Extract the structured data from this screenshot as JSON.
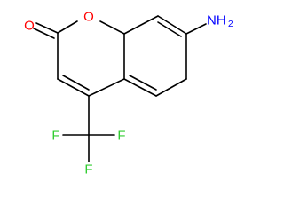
{
  "molecule": {
    "atoms": {
      "carbonyl_oxygen": "O",
      "ring_oxygen": "O",
      "amino_nitrogen": "NH",
      "amino_h_count": "2",
      "fluorine_1": "F",
      "fluorine_2": "F",
      "fluorine_3": "F"
    },
    "colors": {
      "oxygen": "#ff0000",
      "nitrogen": "#0000ff",
      "fluorine": "#32cd32",
      "bond": "#000000"
    }
  }
}
